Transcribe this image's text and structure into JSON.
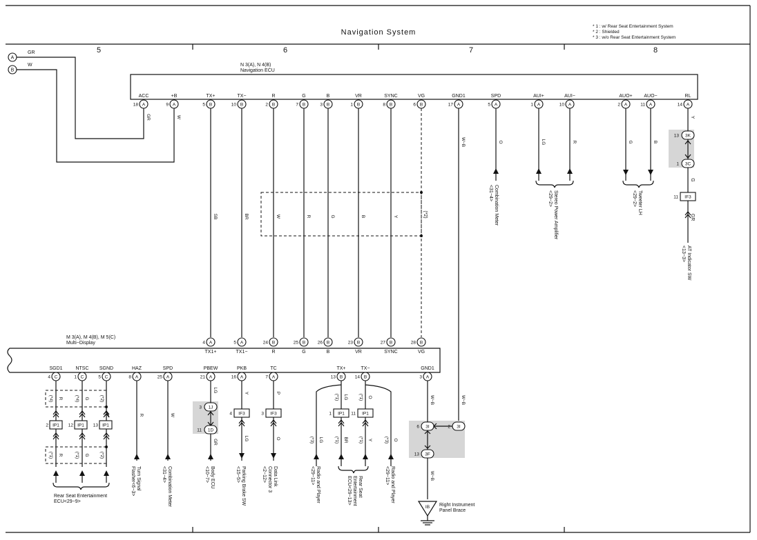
{
  "title": "Navigation System",
  "notes": [
    "* 1 : w/ Rear Seat Entertainment System",
    "* 2 : Shielded",
    "* 3 : w/o Rear Seat Entertainment System"
  ],
  "sections": [
    "5",
    "6",
    "7",
    "8"
  ],
  "left_terminals": [
    {
      "id": "A",
      "wire": "GR"
    },
    {
      "id": "B",
      "wire": "W"
    }
  ],
  "nav_ecu": {
    "title": "N 3(A), N 4(B)",
    "subtitle": "Navigation ECU",
    "pins": [
      {
        "name": "ACC",
        "num": "18",
        "conn": "A",
        "wire": "GR"
      },
      {
        "name": "+B",
        "num": "9",
        "conn": "A",
        "wire": "W"
      },
      {
        "name": "TX+",
        "num": "5",
        "conn": "B",
        "wire": "SB"
      },
      {
        "name": "TX−",
        "num": "10",
        "conn": "B",
        "wire": "BR"
      },
      {
        "name": "R",
        "num": "2",
        "conn": "B",
        "wire": "W"
      },
      {
        "name": "G",
        "num": "7",
        "conn": "B",
        "wire": "R"
      },
      {
        "name": "B",
        "num": "3",
        "conn": "B",
        "wire": "G"
      },
      {
        "name": "VR",
        "num": "1",
        "conn": "B",
        "wire": "B"
      },
      {
        "name": "SYNC",
        "num": "8",
        "conn": "B",
        "wire": "Y"
      },
      {
        "name": "VG",
        "num": "6",
        "conn": "B",
        "wire": "(*2)"
      },
      {
        "name": "GND1",
        "num": "17",
        "conn": "A",
        "wire": "W−B"
      },
      {
        "name": "SPD",
        "num": "5",
        "conn": "A",
        "wire": "O"
      },
      {
        "name": "AUI+",
        "num": "1",
        "conn": "A",
        "wire": "LG"
      },
      {
        "name": "AUI−",
        "num": "10",
        "conn": "A",
        "wire": "R"
      },
      {
        "name": "AUO+",
        "num": "2",
        "conn": "A",
        "wire": "G"
      },
      {
        "name": "AUO−",
        "num": "11",
        "conn": "A",
        "wire": "B"
      },
      {
        "name": "RL",
        "num": "14",
        "conn": "A",
        "wire": "Y"
      }
    ]
  },
  "right_chain": {
    "j1_num": "13",
    "j1": "3K",
    "j2_num": "1",
    "j2": "3C",
    "wire_after": "G",
    "conn_num": "11",
    "conn": "IF3",
    "wire_below": "GR",
    "dest": "AT Indicator SW",
    "ref": "<13−3>"
  },
  "nav_dest": [
    {
      "name": "Combination Meter",
      "ref": "<31−4>"
    },
    {
      "name": "Stereo Power Amplifier",
      "ref": "<29−2>"
    },
    {
      "name": "Tweeter LH",
      "ref": "<29−2>"
    }
  ],
  "multi_display": {
    "title": "M 3(A), M 4(B), M 5(C)",
    "subtitle": "Multi−Display",
    "top_pins": [
      {
        "name": "TX1+",
        "num": "4",
        "conn": "A"
      },
      {
        "name": "TX1−",
        "num": "5",
        "conn": "A"
      },
      {
        "name": "R",
        "num": "24",
        "conn": "B"
      },
      {
        "name": "G",
        "num": "25",
        "conn": "B"
      },
      {
        "name": "B",
        "num": "26",
        "conn": "B"
      },
      {
        "name": "VR",
        "num": "23",
        "conn": "B"
      },
      {
        "name": "SYNC",
        "num": "27",
        "conn": "B"
      },
      {
        "name": "VG",
        "num": "28",
        "conn": "B"
      }
    ],
    "bottom_pins": [
      {
        "name": "SGD1",
        "num": "4",
        "conn": "C"
      },
      {
        "name": "NTSC",
        "num": "1",
        "conn": "C"
      },
      {
        "name": "SGND",
        "num": "5",
        "conn": "C"
      },
      {
        "name": "HAZ",
        "num": "8",
        "conn": "A"
      },
      {
        "name": "SPD",
        "num": "25",
        "conn": "A"
      },
      {
        "name": "PBEW",
        "num": "21",
        "conn": "A"
      },
      {
        "name": "PKB",
        "num": "16",
        "conn": "A"
      },
      {
        "name": "TC",
        "num": "7",
        "conn": "A"
      },
      {
        "name": "TX+",
        "num": "13",
        "conn": "B"
      },
      {
        "name": "TX−",
        "num": "14",
        "conn": "B"
      },
      {
        "name": "GND1",
        "num": "3",
        "conn": "A"
      }
    ]
  },
  "bottom_wires": {
    "sgd": {
      "w1": "R",
      "w2": "G",
      "t1": "(*4)",
      "t2": "(*4)",
      "t3": "(*2)",
      "t1b": "(*1)",
      "t2b": "(*1)",
      "t3b": "(*2)",
      "ip_nums": [
        "2",
        "12",
        "13"
      ],
      "ip": "IP1"
    },
    "haz": "R",
    "spd": "W",
    "pbew": {
      "w1": "LG",
      "j1_num": "3",
      "j1": "1J",
      "j2_num": "11",
      "j2": "1D",
      "w2": "GR"
    },
    "pkb": {
      "w1": "Y",
      "num": "4",
      "conn": "IF3",
      "w2": "LG"
    },
    "tc": {
      "w1": "P",
      "num": "3",
      "conn": "IF3",
      "w2": "O"
    },
    "txp": {
      "w1": "LG",
      "t1": "(*1)",
      "num": "1",
      "conn": "IP1",
      "w2": "BR",
      "t2": "(*1)",
      "side": "LG",
      "side_t": "(*3)"
    },
    "txm": {
      "w1": "O",
      "t1": "(*1)",
      "num": "11",
      "conn": "IP1",
      "w2": "Y",
      "t2": "(*1)",
      "side": "O",
      "side_t": "(*3)"
    },
    "gnd": {
      "w1": "W−B",
      "j1_num": "6",
      "j1": "3I",
      "j2_num": "2",
      "j2": "3I",
      "j3_num": "13",
      "j3": "3F",
      "w2": "W−B",
      "w_nav": "W−B",
      "ground": "IB",
      "ground_label": "Right Instrument",
      "ground_label2": "Panel Brace"
    }
  },
  "md_dest": [
    {
      "name": "Rear Seat Entertainment",
      "ref": "ECU<29−9>"
    },
    {
      "name": "Turn Signal",
      "ref": "Flasher<6−3>"
    },
    {
      "name": "Combination Meter",
      "ref": "<31−4>"
    },
    {
      "name": "Body ECU",
      "ref": "<10−7>"
    },
    {
      "name": "Parking Brake SW",
      "ref": "<15−5>"
    },
    {
      "name": "Data Link",
      "ref": "Connector 3",
      "ref2": "<2−12>"
    },
    {
      "name": "Radio and Player",
      "ref": "<29−11>"
    },
    {
      "name": "Rear Seat",
      "ref": "Entertainment",
      "ref2": "ECU<29−13>"
    },
    {
      "name": "Radio and Player",
      "ref": "<29−11>"
    }
  ]
}
